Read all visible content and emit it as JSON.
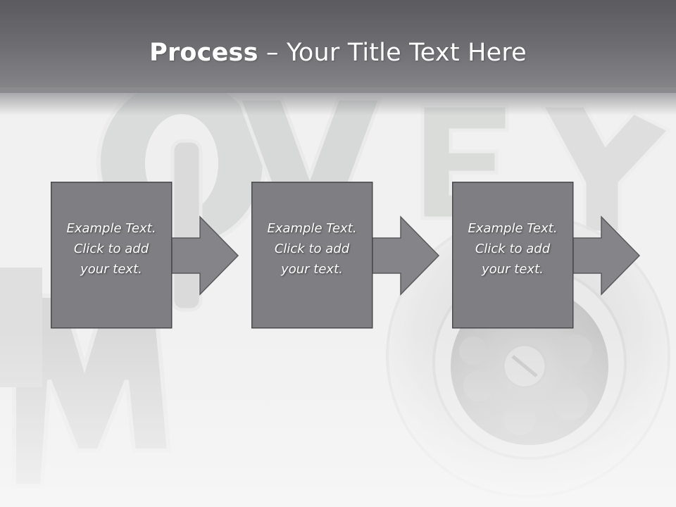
{
  "slide": {
    "title_bold": "Process",
    "title_rest": " – Your Title Text Here"
  },
  "steps": [
    {
      "line1": "Example Text.",
      "line2": "Click  to add",
      "line3": "your text."
    },
    {
      "line1": "Example Text.",
      "line2": "Click  to add",
      "line3": "your text."
    },
    {
      "line1": "Example Text.",
      "line2": "Click  to add",
      "line3": "your text."
    }
  ],
  "colors": {
    "header": "#6c6c70",
    "box_fill": "#7f7f83",
    "box_border": "#4a4a4d",
    "arrow_fill": "#858589",
    "text": "#ffffff"
  },
  "icons": [
    "arrow-right-icon",
    "drain-illustration",
    "letters-illustration"
  ]
}
